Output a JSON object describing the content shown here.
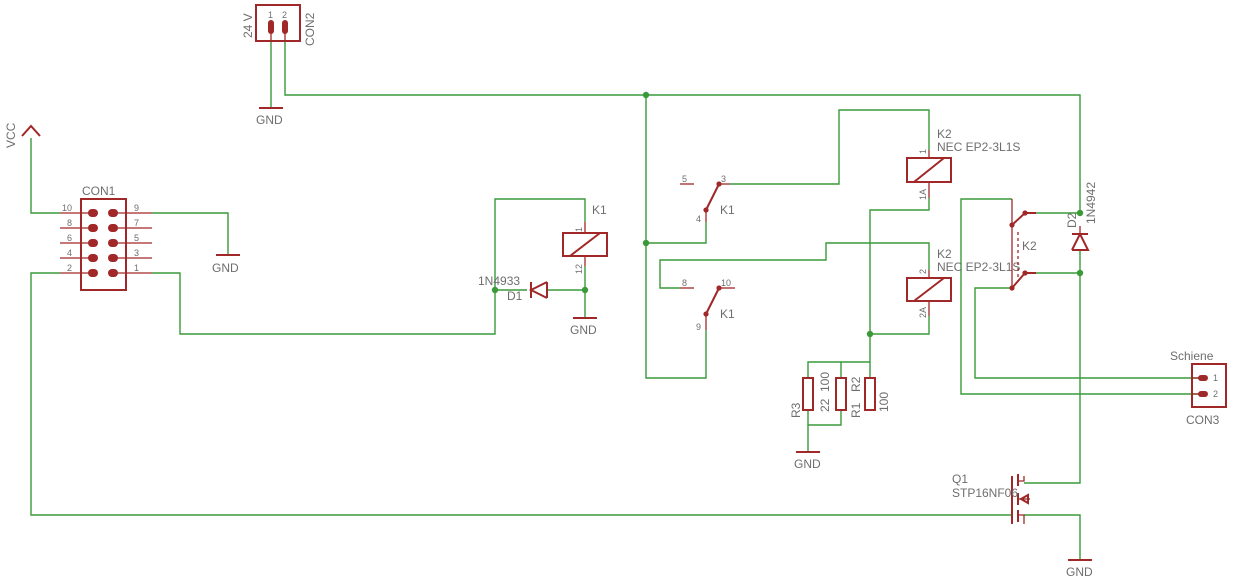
{
  "labels": {
    "con2_name": "CON2",
    "con2_value": "24 V",
    "con2_pin1": "1",
    "con2_pin2": "2",
    "gnd_con2": "GND",
    "vcc": "VCC",
    "con1_name": "CON1",
    "con1_pins": [
      "10",
      "8",
      "6",
      "4",
      "2",
      "9",
      "7",
      "5",
      "3",
      "1"
    ],
    "gnd_con1": "GND",
    "k1_coil_name": "K1",
    "k1_coil_pin_top": "1",
    "k1_coil_pin_bottom": "12",
    "d1_value": "1N4933",
    "d1_name": "D1",
    "gnd_d1": "GND",
    "k1_sw_a_name": "K1",
    "k1_sw_a_pins": [
      "5",
      "3",
      "4"
    ],
    "k1_sw_b_name": "K1",
    "k1_sw_b_pins": [
      "8",
      "10",
      "9"
    ],
    "k2_top_name": "K2",
    "k2_top_value": "NEC EP2-3L1S",
    "k2_top_pin1": "1",
    "k2_top_pin2": "1A",
    "k2_bot_name": "K2",
    "k2_bot_value": "NEC EP2-3L1S",
    "k2_bot_pin1": "2",
    "k2_bot_pin2": "2A",
    "k2_sw_name": "K2",
    "d2_name": "D2",
    "d2_value": "1N4942",
    "r3_name": "R3",
    "r3_value": "22",
    "r1_name": "R1",
    "r1_value": "100",
    "r2_name": "R2",
    "r2_value": "100",
    "gnd_r": "GND",
    "con3_title": "Schiene",
    "con3_name": "CON3",
    "con3_pin1": "1",
    "con3_pin2": "2",
    "q1_name": "Q1",
    "q1_value": "STP16NF06",
    "gnd_q1": "GND"
  },
  "colors": {
    "wire": "#3a9a3a",
    "part": "#a02828",
    "text": "#6e6e6e"
  }
}
